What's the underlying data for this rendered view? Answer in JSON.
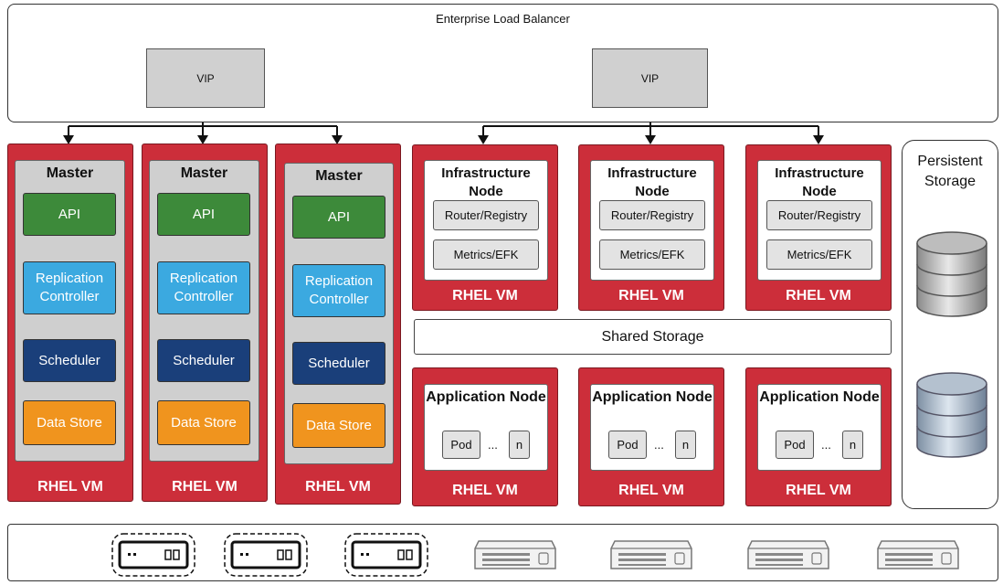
{
  "load_balancer": {
    "title": "Enterprise Load Balancer",
    "vips": [
      "VIP",
      "VIP"
    ]
  },
  "masters": [
    {
      "title": "Master",
      "components": [
        "API",
        "Replication Controller",
        "Scheduler",
        "Data Store"
      ],
      "vm_label": "RHEL VM"
    },
    {
      "title": "Master",
      "components": [
        "API",
        "Replication Controller",
        "Scheduler",
        "Data Store"
      ],
      "vm_label": "RHEL VM"
    },
    {
      "title": "Master",
      "components": [
        "API",
        "Replication Controller",
        "Scheduler",
        "Data Store"
      ],
      "vm_label": "RHEL VM"
    }
  ],
  "infra_nodes": [
    {
      "title": "Infrastructure Node",
      "services": [
        "Router/Registry",
        "Metrics/EFK"
      ],
      "vm_label": "RHEL VM"
    },
    {
      "title": "Infrastructure Node",
      "services": [
        "Router/Registry",
        "Metrics/EFK"
      ],
      "vm_label": "RHEL VM"
    },
    {
      "title": "Infrastructure Node",
      "services": [
        "Router/Registry",
        "Metrics/EFK"
      ],
      "vm_label": "RHEL VM"
    }
  ],
  "shared_storage": "Shared Storage",
  "app_nodes": [
    {
      "title": "Application Node",
      "pod": "Pod",
      "ellipsis": "...",
      "n": "n",
      "vm_label": "RHEL VM"
    },
    {
      "title": "Application Node",
      "pod": "Pod",
      "ellipsis": "...",
      "n": "n",
      "vm_label": "RHEL VM"
    },
    {
      "title": "Application Node",
      "pod": "Pod",
      "ellipsis": "...",
      "n": "n",
      "vm_label": "RHEL VM"
    }
  ],
  "persistent_storage": {
    "title": "Persistent Storage"
  },
  "colors": {
    "vm_red": "#cc2e3a",
    "api_green": "#3d8a3a",
    "replication_blue": "#3ba9e0",
    "scheduler_navy": "#1a3f7a",
    "datastore_orange": "#f0941e"
  },
  "hardware": {
    "icons": [
      "server-icon",
      "server-icon",
      "server-icon",
      "rack-server-icon",
      "rack-server-icon",
      "rack-server-icon",
      "rack-server-icon"
    ]
  }
}
